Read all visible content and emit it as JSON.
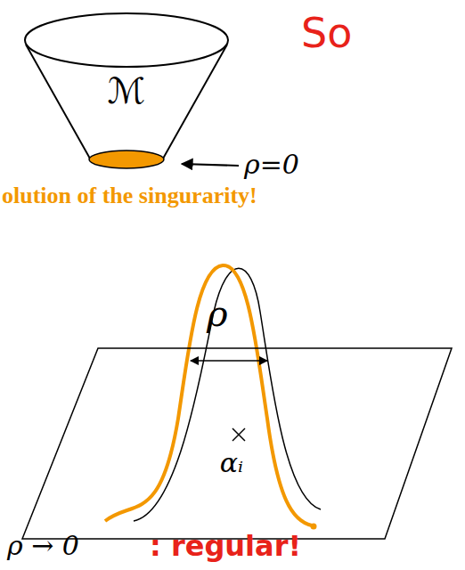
{
  "diagram": {
    "nodes": [
      {
        "text": [
          "ℳ"
        ]
      },
      {
        "text": [
          "αᵢ"
        ]
      }
    ],
    "labels": [
      "So",
      "ρ=0",
      "olution of the singurarity!",
      "ρ",
      "ρ → 0",
      ": regular!"
    ]
  }
}
